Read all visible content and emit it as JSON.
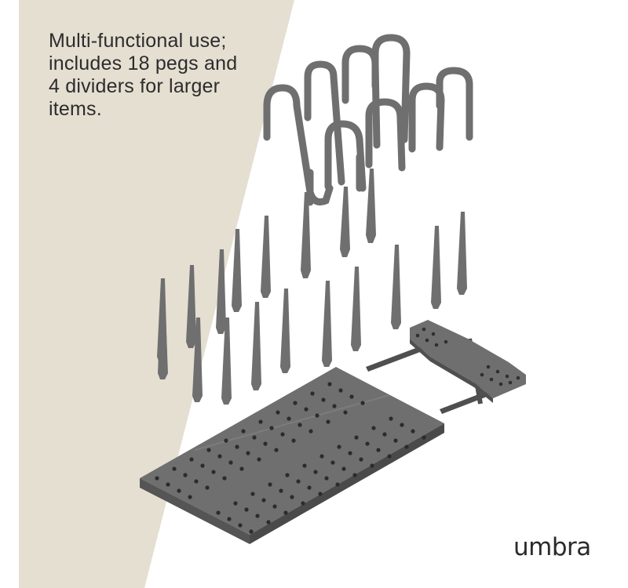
{
  "headline": {
    "lines": [
      "Multi-functional use;",
      "includes 18 pegs and",
      "4 dividers for larger",
      "items."
    ]
  },
  "brand": {
    "logo_text": "umbra"
  },
  "colors": {
    "beige_panel": "#e5dfd2",
    "product_gray": "#6f6f6f",
    "product_dark": "#525252",
    "product_light": "#858585",
    "text": "#2c2c2c"
  },
  "product": {
    "pegs": 18,
    "dividers": 4
  }
}
